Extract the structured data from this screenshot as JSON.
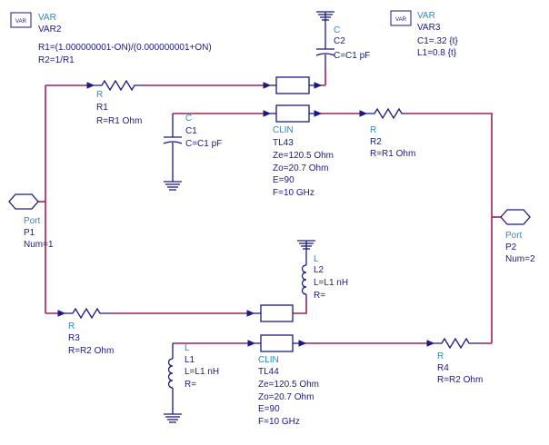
{
  "var2": {
    "icon_text": "VAR",
    "type": "VAR",
    "name": "VAR2",
    "line1": "R1=(1.000000001-ON)/(0.000000001+ON)",
    "line2": "R2=1/R1"
  },
  "var3": {
    "icon_text": "VAR",
    "type": "VAR",
    "name": "VAR3",
    "line1": "C1=.32 {t}",
    "line2": "L1=0.8 {t}"
  },
  "r1": {
    "type": "R",
    "name": "R1",
    "value": "R=R1 Ohm"
  },
  "r2": {
    "type": "R",
    "name": "R2",
    "value": "R=R1 Ohm"
  },
  "r3": {
    "type": "R",
    "name": "R3",
    "value": "R=R2 Ohm"
  },
  "r4": {
    "type": "R",
    "name": "R4",
    "value": "R=R2 Ohm"
  },
  "c2": {
    "type": "C",
    "name": "C2",
    "value": "C=C1 pF"
  },
  "c1": {
    "type": "C",
    "name": "C1",
    "value": "C=C1 pF"
  },
  "l2": {
    "type": "L",
    "name": "L2",
    "value": "L=L1 nH",
    "r": "R="
  },
  "l1": {
    "type": "L",
    "name": "L1",
    "value": "L=L1 nH",
    "r": "R="
  },
  "tl43": {
    "type": "CLIN",
    "name": "TL43",
    "ze": "Ze=120.5 Ohm",
    "zo": "Zo=20.7 Ohm",
    "e": "E=90",
    "f": "F=10 GHz"
  },
  "tl44": {
    "type": "CLIN",
    "name": "TL44",
    "ze": "Ze=120.5 Ohm",
    "zo": "Zo=20.7 Ohm",
    "e": "E=90",
    "f": "F=10 GHz"
  },
  "p1": {
    "type": "Port",
    "name": "P1",
    "num": "Num=1"
  },
  "p2": {
    "type": "Port",
    "name": "P2",
    "num": "Num=2"
  },
  "colors": {
    "wire": "#a0205c",
    "component": "#1a1a80",
    "type_label": "#2e8bc0"
  }
}
